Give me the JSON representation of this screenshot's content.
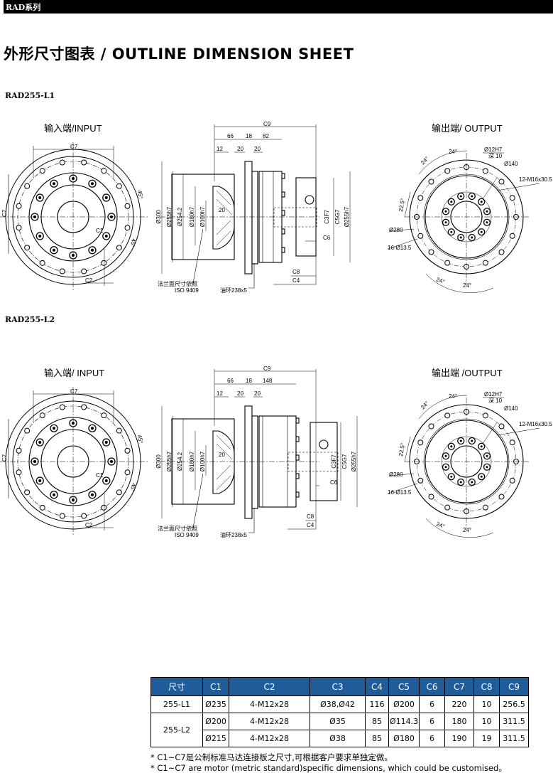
{
  "header": {
    "series": "RAD系列"
  },
  "title": "外形尺寸图表 / OUTLINE DIMENSION SHEET",
  "sections": [
    {
      "model": "RAD255-L1",
      "input_label": "输入端/INPUT",
      "output_label": "输出端/ OUTPUT",
      "side": {
        "c9": "C9",
        "d66": "66",
        "d18": "18",
        "dlen": "82",
        "d12": "12",
        "d20a": "20",
        "d20b": "20",
        "d20c": "20",
        "phi300": "Ø300",
        "phi255": "Ø255h7",
        "phi254": "Ø254.2",
        "phi180": "Ø180h7",
        "phi100": "Ø100h7",
        "c3": "C3F7",
        "c5": "C5G7",
        "phi255r": "Ø255h7",
        "c6": "C6",
        "c8": "C8",
        "c4": "C4",
        "flange_note": "法兰面尺寸依照",
        "iso": "ISO 9409",
        "oring": "油环238x5"
      },
      "input": {
        "c7": "C7",
        "c7v": "C7",
        "c1": "C1",
        "c2": "C2",
        "a45a": "45°",
        "a45b": "45°"
      },
      "output": {
        "phi12": "Ø12H7",
        "depth": "深 10",
        "phi140": "Ø140",
        "thread": "12-M16x30.5",
        "a22": "22.5°",
        "phi280": "Ø280",
        "holes": "16-Ø13.5",
        "a24a": "24°",
        "a24b": "24°",
        "a24c": "24°",
        "a24d": "24°"
      }
    },
    {
      "model": "RAD255-L2",
      "input_label": "输入端/ INPUT",
      "output_label": "输出端 /OUTPUT",
      "side": {
        "c9": "C9",
        "d66": "66",
        "d18": "18",
        "dlen": "148",
        "d12": "12",
        "d20a": "20",
        "d20b": "20",
        "d20c": "20",
        "phi300": "Ø300",
        "phi255": "Ø255h7",
        "phi254": "Ø254.2",
        "phi180": "Ø180h7",
        "phi100": "Ø100h7",
        "c3": "C3F7",
        "c5": "C5G7",
        "phi255r": "Ø255h7",
        "c6": "C6",
        "c8": "C8",
        "c4": "C4",
        "flange_note": "法兰面尺寸依照",
        "iso": "ISO 9409",
        "oring": "油环238x5"
      },
      "input": {
        "c7": "C7",
        "c7v": "C7",
        "c1": "C1",
        "c2": "C2",
        "a45a": "45°",
        "a45b": "45°"
      },
      "output": {
        "phi12": "Ø12H7",
        "depth": "深 10",
        "phi140": "Ø140",
        "thread": "12-M16x30.5",
        "a22": "22.5°",
        "phi280": "Ø280",
        "holes": "16-Ø13.5",
        "a24a": "24°",
        "a24b": "24°",
        "a24c": "24°",
        "a24d": "24°"
      }
    }
  ],
  "table": {
    "headers": [
      "尺寸",
      "C1",
      "C2",
      "C3",
      "C4",
      "C5",
      "C6",
      "C7",
      "C8",
      "C9"
    ],
    "rows": [
      [
        "255-L1",
        "Ø235",
        "4-M12x28",
        "Ø38,Ø42",
        "116",
        "Ø200",
        "6",
        "220",
        "10",
        "256.5"
      ],
      [
        "255-L2",
        "Ø200",
        "4-M12x28",
        "Ø35",
        "85",
        "Ø114.3",
        "6",
        "180",
        "10",
        "311.5"
      ],
      [
        "",
        "Ø215",
        "4-M12x28",
        "Ø38",
        "85",
        "Ø180",
        "6",
        "190",
        "19",
        "311.5"
      ]
    ]
  },
  "notes": [
    "* C1~C7是公制标准马达连接板之尺寸,可根据客户要求单独定做。",
    "* C1~C7 are motor (metric standard)specific dimensions, which could be customised。"
  ],
  "colors": {
    "table_header": "#1f5c99"
  }
}
